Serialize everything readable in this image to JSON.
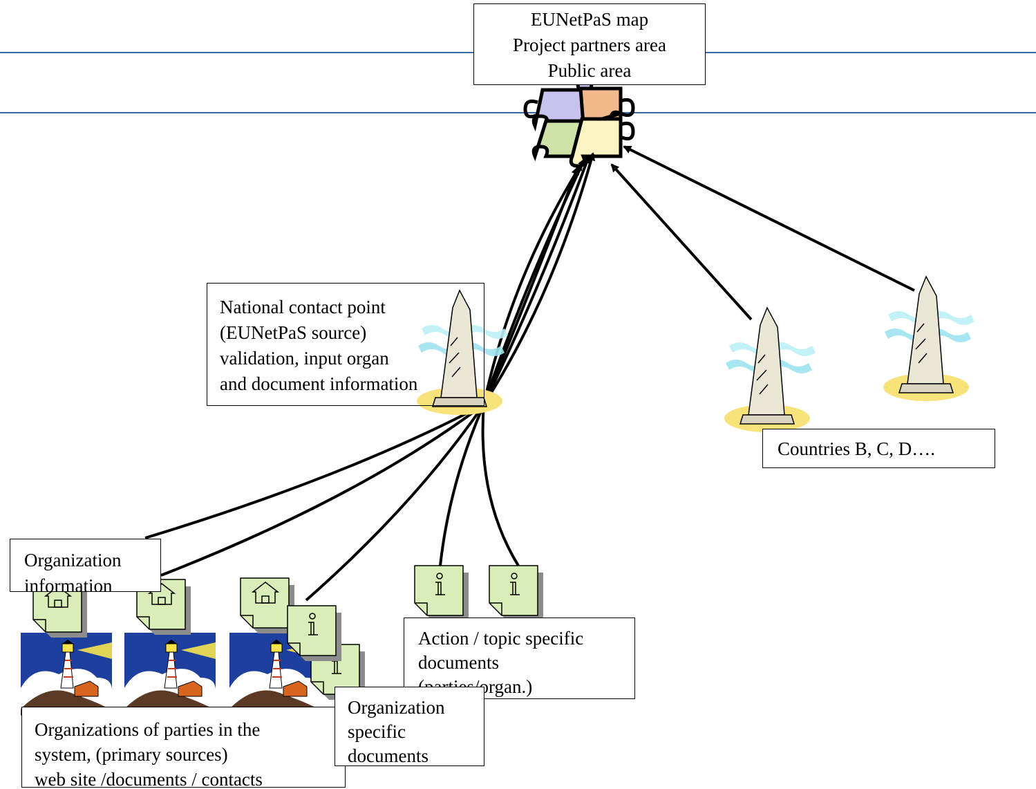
{
  "header": {
    "lines": [
      "EUNetPaS map",
      "Project partners area",
      "Public area"
    ]
  },
  "national_contact": {
    "lines": [
      "National contact point",
      "(EUNetPaS source)",
      "validation, input organ",
      "and document information"
    ]
  },
  "countries": {
    "label": "Countries B, C, D…."
  },
  "org_info": {
    "lines": [
      "Organization",
      "information"
    ]
  },
  "action_docs": {
    "lines": [
      "Action / topic specific",
      "documents",
      "(parties/organ.)"
    ]
  },
  "org_specific": {
    "lines": [
      "Organization",
      "specific",
      "documents"
    ]
  },
  "orgs_parties": {
    "lines": [
      "Organizations of parties in the",
      "system, (primary sources)",
      "web site /documents /  contacts"
    ]
  },
  "colors": {
    "rule_line": "#3b6aa8",
    "doc_fill": "#d9edb8",
    "doc_shadow": "#8c8c8c",
    "puzzle_purple": "#c7c3ee",
    "puzzle_orange": "#f2b98a",
    "puzzle_green": "#cfe3a8",
    "puzzle_yellow": "#fbf3c2",
    "lighthouse_sky": "#1d3f9e"
  },
  "icons": [
    "puzzle-icon",
    "monument-icon",
    "lighthouse-icon",
    "house-document-icon",
    "info-document-icon"
  ]
}
